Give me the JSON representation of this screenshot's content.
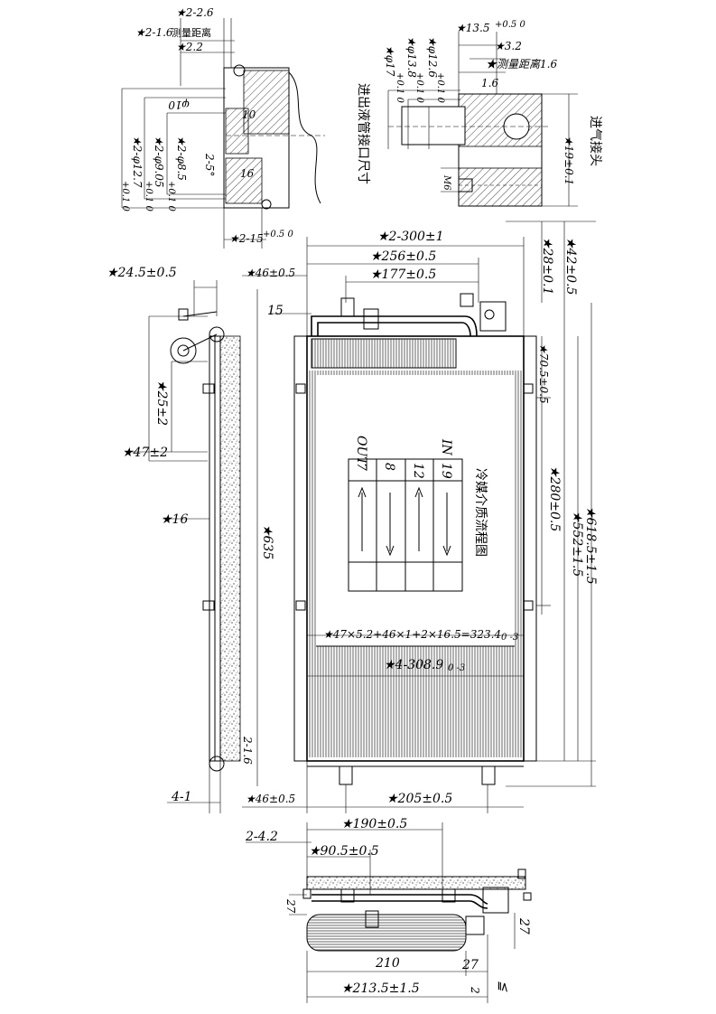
{
  "detail_top_left": {
    "dims": {
      "d1": "★2-2.6",
      "d2": "★2-1.6",
      "d2_note": "测量距离",
      "d3": "★2.2",
      "d4": "★2-φ12.7",
      "d4_tol": "+0.1 0",
      "d5": "★2-φ9.05",
      "d5_tol": "+0.1 0",
      "d6": "★2-φ8.5",
      "d6_tol": "+0.1 0",
      "d7": "φ10",
      "d8": "2-5°",
      "d9": "10",
      "d10": "16",
      "d11": "★2-15",
      "d11_tol": "+0.5 0"
    },
    "caption": "进出液管接口尺寸"
  },
  "detail_top_right": {
    "dims": {
      "d1": "★13.5",
      "d1_tol": "+0.5 0",
      "d2": "★3.2",
      "d3": "★测量距离1.6",
      "d4": "★φ17",
      "d4_tol": "+0.1 0",
      "d5": "★φ13.8",
      "d5_tol": "+0.1 0",
      "d6": "★φ12.6",
      "d6_tol": "+0.1 0",
      "d7": "1.6",
      "d8": "★19±0.1",
      "d9": "M6"
    },
    "caption": "进气接头"
  },
  "side_view": {
    "dims": {
      "d1": "★24.5±0.5",
      "d2": "★25±2",
      "d3": "★47±2",
      "d4": "★16",
      "d5": "2-1.6",
      "d6": "4-1"
    }
  },
  "front_view": {
    "dims": {
      "top1": "★2-300±1",
      "top2": "★256±0.5",
      "top3": "★177±0.5",
      "top4": "★46±0.5",
      "left1": "15",
      "h_total": "★635",
      "r1": "★28±0.1",
      "r2": "★42±0.5",
      "r3": "★70.5±0.5",
      "r4": "★280±0.5",
      "r5": "★552±1.5",
      "r6": "★618.5±1.5",
      "core1": "★47×5.2+46×1+2×16.5=323.4",
      "core1_tol": "0 -3",
      "core2": "★4-308.9",
      "core2_tol": "0 -3",
      "bot1": "★46±0.5",
      "bot2": "★205±0.5"
    },
    "flow_table": {
      "title": "冷媒介质流程图",
      "in_label": "IN",
      "out_label": "OUT",
      "passes": [
        "19",
        "12",
        "8",
        "7"
      ]
    }
  },
  "bottom_view": {
    "dims": {
      "d1": "2-4.2",
      "d2": "★190±0.5",
      "d3": "★90.5±0.5",
      "d4": "27",
      "d5": "27",
      "d6": "210",
      "d7": "27",
      "d8": "★213.5±1.5",
      "d9": "2",
      "d10": "≦"
    }
  }
}
